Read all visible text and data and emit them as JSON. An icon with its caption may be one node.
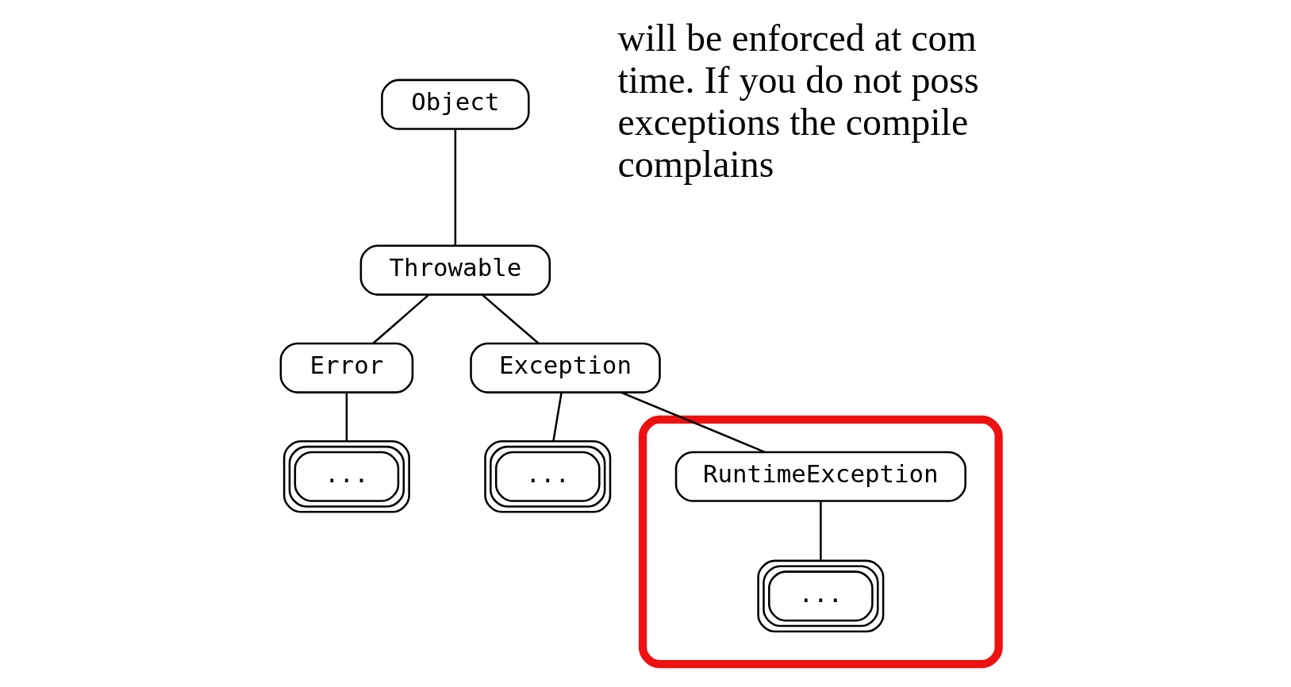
{
  "diagram": {
    "nodes": [
      {
        "text": [
          "Object"
        ]
      },
      {
        "text": [
          "Throwable"
        ]
      },
      {
        "text": [
          "Error"
        ]
      },
      {
        "text": [
          "Exception"
        ]
      },
      {
        "text": [
          "..."
        ]
      },
      {
        "text": [
          "..."
        ]
      },
      {
        "text": [],
        "shape": "ellipse"
      },
      {
        "text": [
          "RuntimeException"
        ],
        "in": 6
      },
      {
        "text": [
          "..."
        ],
        "in": 6
      }
    ],
    "edges": [
      {
        "from": 0,
        "to": 1,
        "arrow": "none"
      },
      {
        "from": 1,
        "to": 2,
        "arrow": "none"
      },
      {
        "from": 1,
        "to": 3,
        "arrow": "none"
      },
      {
        "from": 2,
        "to": 4,
        "arrow": "none"
      },
      {
        "from": 3,
        "to": 5,
        "arrow": "none"
      },
      {
        "from": 3,
        "to": 7,
        "arrow": "none"
      },
      {
        "from": 7,
        "to": 8,
        "arrow": "none"
      }
    ],
    "labels": [
      "will be enforced at com time. If you do not poss exceptions the compile complains"
    ]
  }
}
